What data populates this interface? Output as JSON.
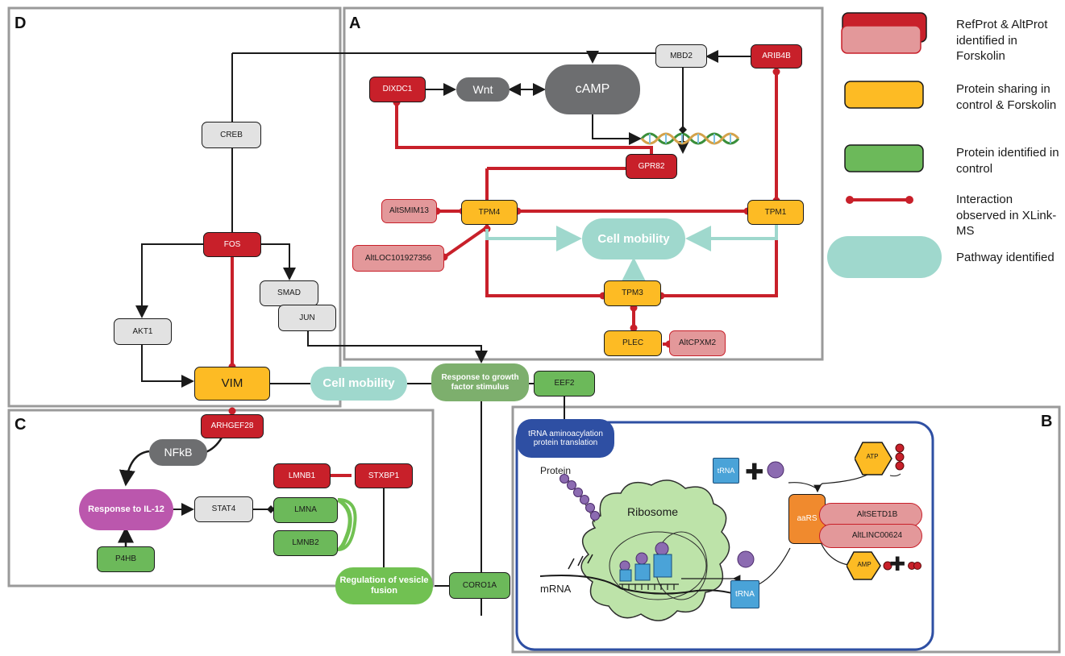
{
  "panels": {
    "a": "A",
    "b": "B",
    "c": "C",
    "d": "D"
  },
  "legend": {
    "refprot": "RefProt & AltProt identified in Forskolin",
    "shared": "Protein sharing in control & Forskolin",
    "control": "Protein identified in control",
    "interaction": "Interaction observed in XLink-MS",
    "pathway": "Pathway identified"
  },
  "nodes": {
    "mbd2": "MBD2",
    "arib4b": "ARIB4B",
    "dixdc1": "DIXDC1",
    "wnt": "Wnt",
    "camp": "cAMP",
    "gpr82": "GPR82",
    "altsmim13": "AltSMIM13",
    "tpm4": "TPM4",
    "tpm1": "TPM1",
    "cell_mobility_a": "Cell mobility",
    "altloc": "AltLOC101927356",
    "tpm3": "TPM3",
    "plec": "PLEC",
    "altcpxm2": "AltCPXM2",
    "creb": "CREB",
    "fos": "FOS",
    "smad": "SMAD",
    "jun": "JUN",
    "akt1": "AKT1",
    "vim": "VIM",
    "cell_mobility_d": "Cell mobility",
    "growth_factor": "Response to growth factor stimulus",
    "eef2": "EEF2",
    "arhgef28": "ARHGEF28",
    "nfkb": "NFkB",
    "il12": "Response to IL-12",
    "stat4": "STAT4",
    "lmnb1": "LMNB1",
    "stxbp1": "STXBP1",
    "lmna": "LMNA",
    "lmnb2": "LMNB2",
    "p4hb": "P4HB",
    "vesicle_fusion": "Regulation of vesicle fusion",
    "coro1a": "CORO1A",
    "trna_pathway": "tRNA aminoacylation protein translation",
    "trna_top": "tRNA",
    "atp": "ATP",
    "aars": "aaRS",
    "altsetd1b": "AltSETD1B",
    "altlinc": "AltLINC00624",
    "amp": "AMP",
    "protein": "Protein",
    "ribosome": "Ribosome",
    "mrna": "mRNA",
    "trna_mid": "tRNA"
  },
  "colors": {
    "red": "#c8202a",
    "pink": "#e3989a",
    "yellow": "#fdbb24",
    "green": "#6cb95a",
    "grey": "#e2e2e2",
    "teal": "#9fd8cd",
    "blue": "#2e4fa3",
    "ribosome": "#bde3a9",
    "purple": "#8c6bb1",
    "trna": "#4aa3d8",
    "orange": "#f08a2e"
  }
}
